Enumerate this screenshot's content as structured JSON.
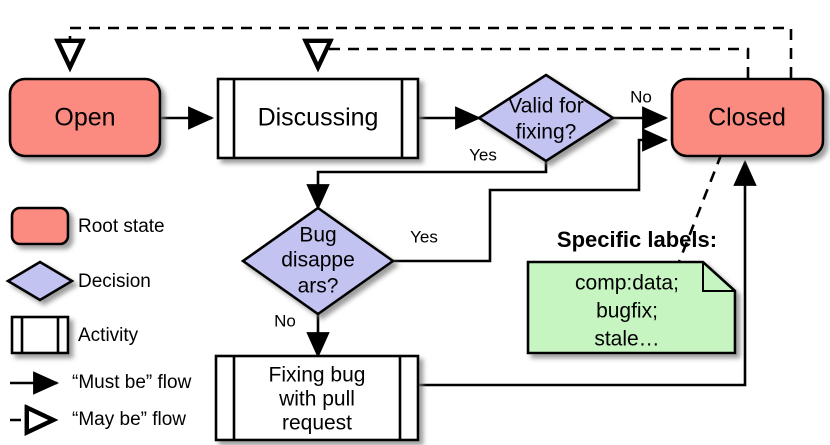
{
  "diagram": {
    "title_present": false,
    "colors": {
      "root_state_fill": "#fb8a80",
      "decision_fill": "#c3c3f2",
      "activity_fill": "#ffffff",
      "note_fill": "#c6f5c1",
      "stroke": "#000000",
      "shadow": "#9a9a9a"
    },
    "nodes": {
      "open": {
        "label": "Open",
        "type": "root-state"
      },
      "discussing": {
        "label": "Discussing",
        "type": "activity"
      },
      "valid_for_fixing": {
        "label_line1": "Valid for",
        "label_line2": "fixing?",
        "type": "decision"
      },
      "closed": {
        "label": "Closed",
        "type": "root-state"
      },
      "bug_disappears": {
        "label_line1": "Bug",
        "label_line2": "disappe",
        "label_line3": "ars?",
        "type": "decision"
      },
      "fixing_bug": {
        "label_line1": "Fixing bug",
        "label_line2": "with pull",
        "label_line3": "request",
        "type": "activity"
      }
    },
    "edge_labels": {
      "valid_no": "No",
      "valid_yes": "Yes",
      "bug_yes": "Yes",
      "bug_no": "No"
    },
    "note": {
      "heading": "Specific labels:",
      "line1": "comp:data;",
      "line2": "bugfix;",
      "line3": "stale…"
    },
    "legend": {
      "items": [
        {
          "key": "root-state",
          "label": "Root state",
          "glyph": "rounded-rect-red"
        },
        {
          "key": "decision",
          "label": "Decision",
          "glyph": "diamond-lavender"
        },
        {
          "key": "activity",
          "label": "Activity",
          "glyph": "activity-bar-box"
        },
        {
          "key": "must-be-flow",
          "label": "“Must be” flow",
          "glyph": "solid-arrow"
        },
        {
          "key": "may-be-flow",
          "label": "“May be” flow",
          "glyph": "dashed-open-arrow"
        }
      ]
    }
  }
}
